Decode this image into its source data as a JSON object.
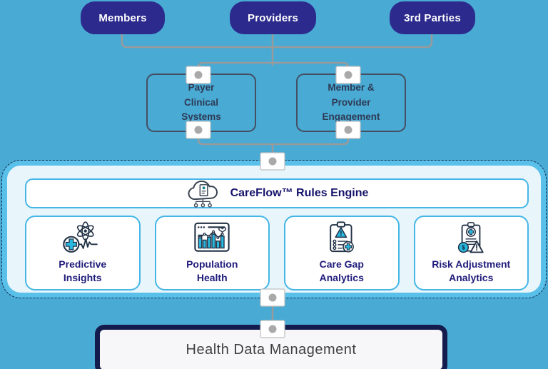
{
  "colors": {
    "background": "#49aad4",
    "pill_bg": "#2c2b8d",
    "pill_text": "#ffffff",
    "connector_line": "#9a9a9a",
    "system_box_border": "#454f63",
    "system_box_text": "#2e3a54",
    "platform_fill": "#e8f5fb",
    "platform_border": "#58c0e9",
    "card_border": "#45b6e6",
    "card_text": "#1f1b7a",
    "engine_text": "#15136b",
    "accent_cyan": "#29b9e0",
    "foundation_border": "#141b4d",
    "foundation_text": "#3f3f3f"
  },
  "sources": [
    {
      "label": "Members"
    },
    {
      "label": "Providers"
    },
    {
      "label": "3rd Parties"
    }
  ],
  "systems": [
    {
      "label": "Payer\nClinical\nSystems"
    },
    {
      "label": "Member &\nProvider\nEngagement"
    }
  ],
  "engine": {
    "label": "CareFlow™ Rules Engine",
    "icon": "cloud-document-network-icon"
  },
  "modules": [
    {
      "label": "Predictive\nInsights",
      "icon": "atom-pulse-icon"
    },
    {
      "label": "Population\nHealth",
      "icon": "chart-window-icon"
    },
    {
      "label": "Care Gap\nAnalytics",
      "icon": "clipboard-alert-icon"
    },
    {
      "label": "Risk Adjustment\nAnalytics",
      "icon": "clipboard-dollar-warning-icon"
    }
  ],
  "foundation": {
    "label": "Health Data Management"
  }
}
